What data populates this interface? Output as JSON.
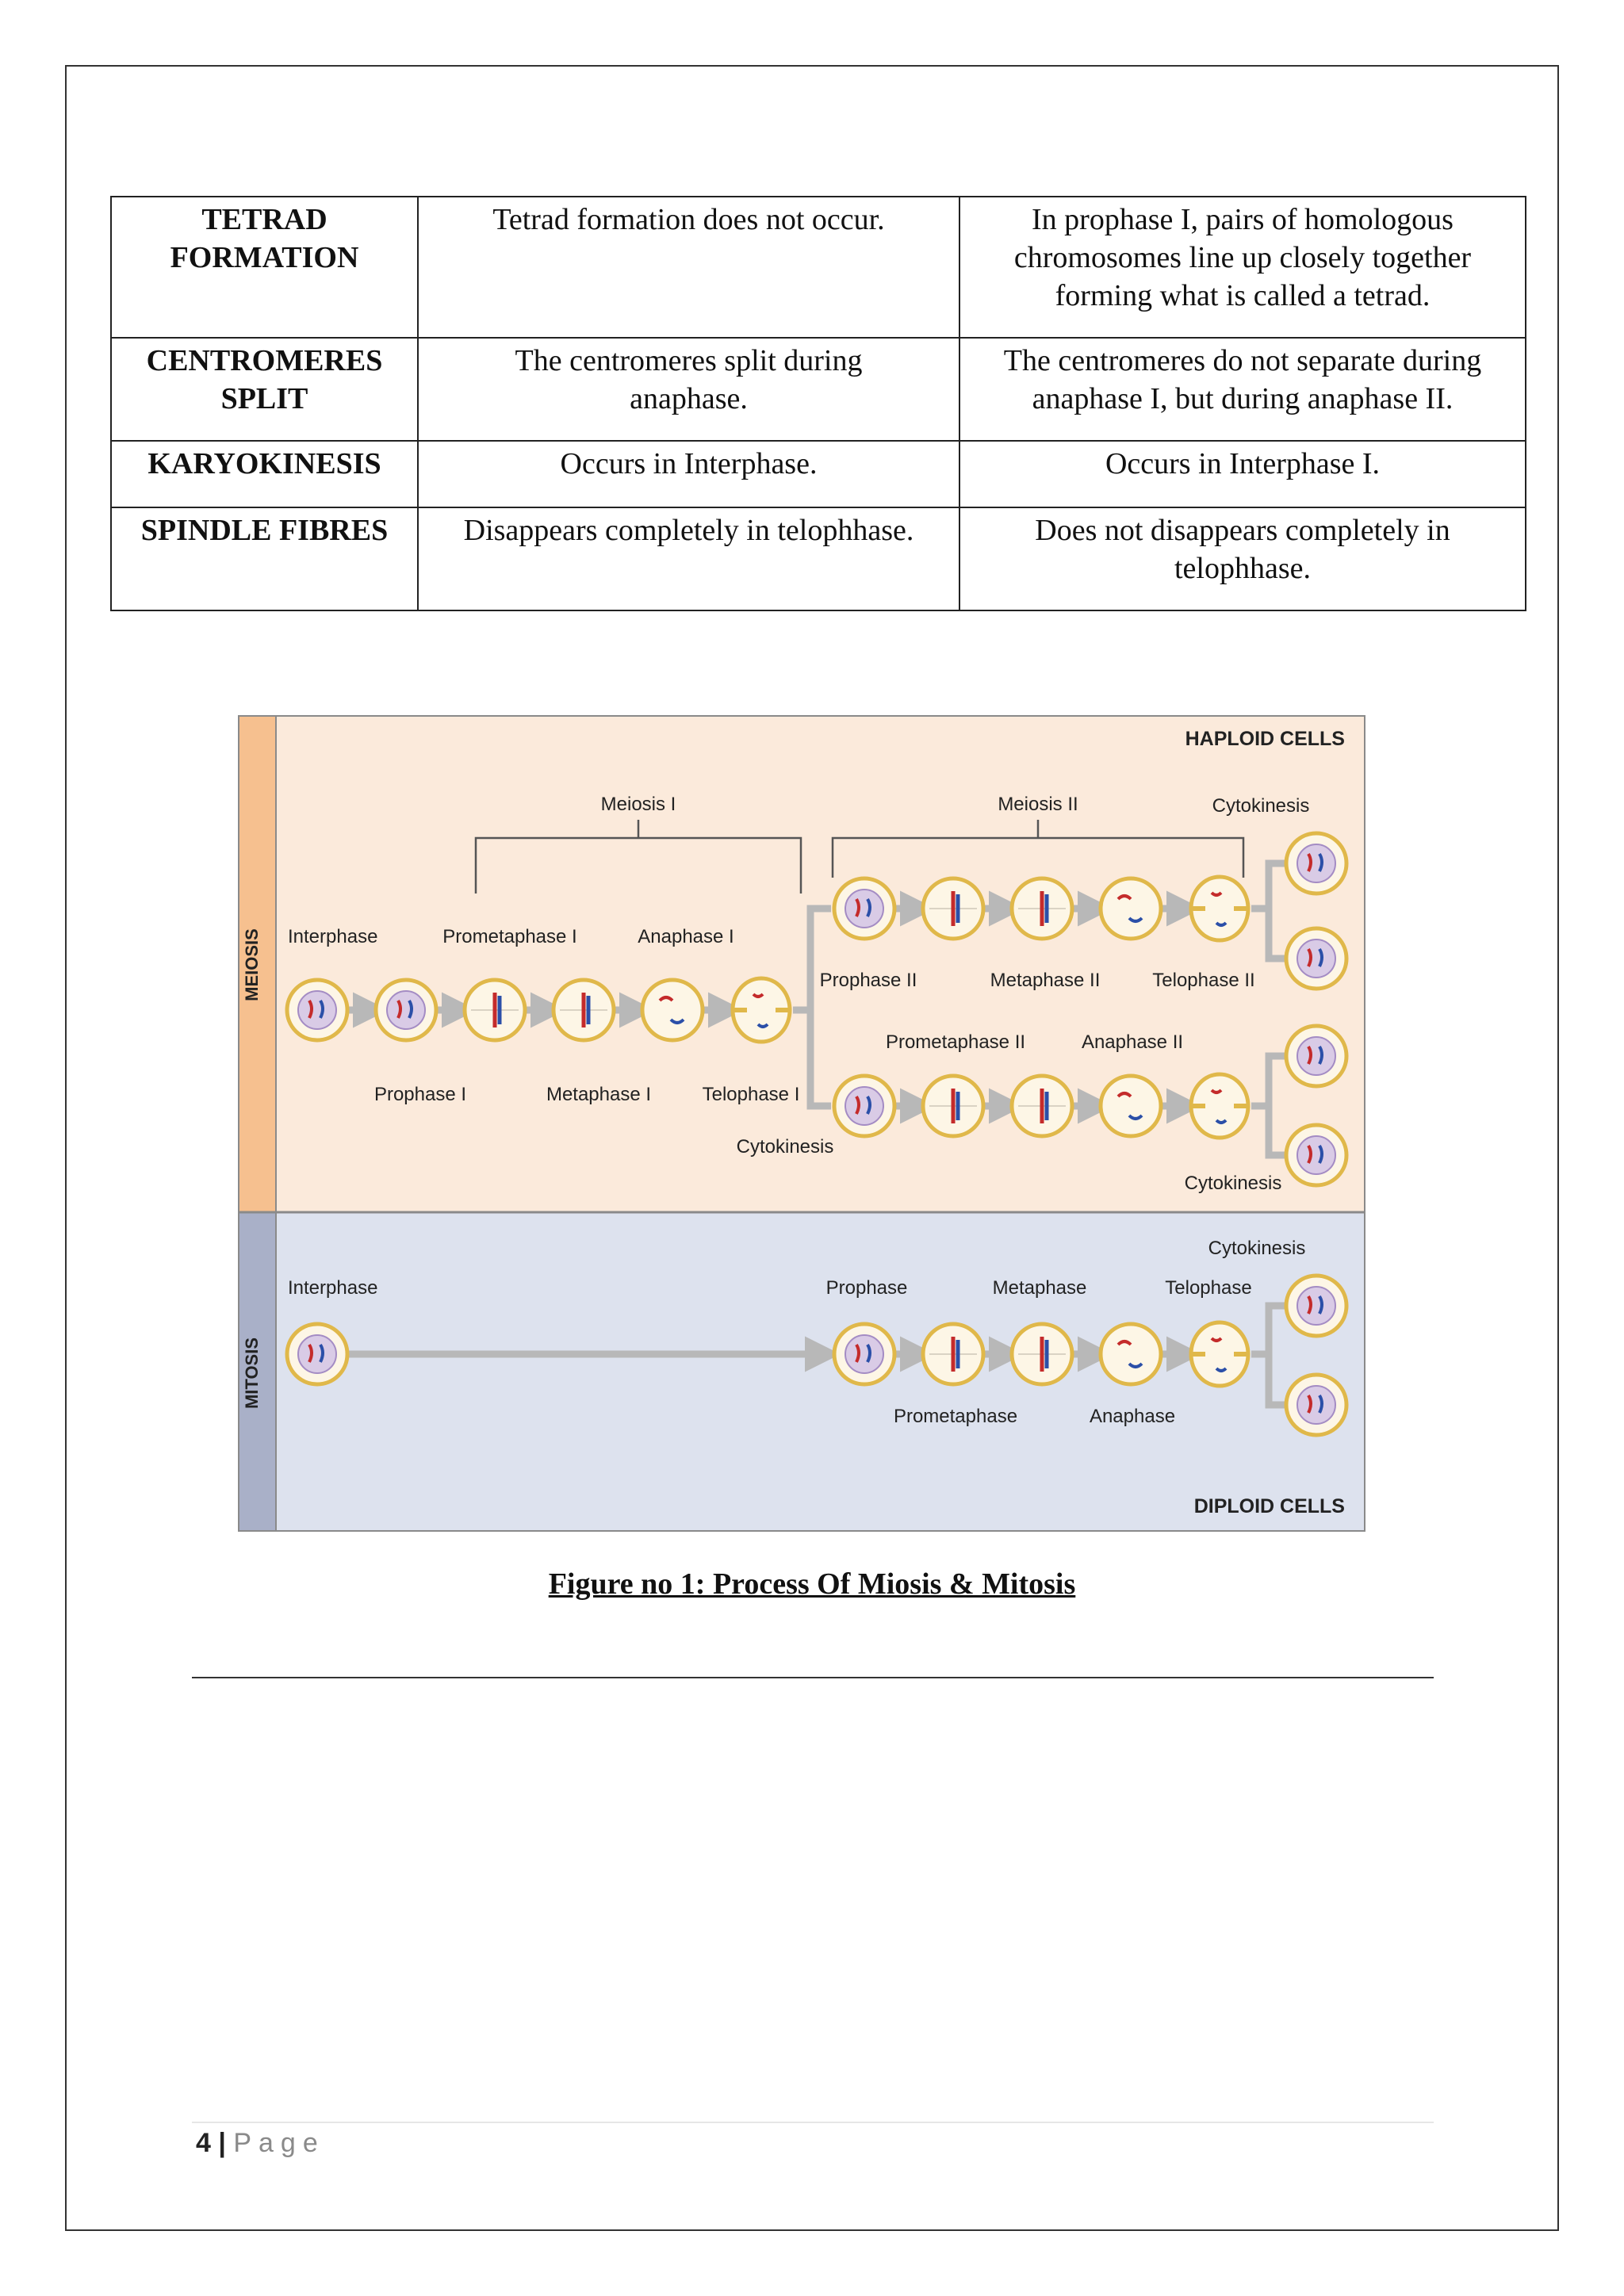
{
  "table": {
    "rows": [
      {
        "feature": [
          "TETRAD",
          "FORMATION"
        ],
        "mitosis": "Tetrad formation does not occur.",
        "meiosis": [
          "In prophase I, pairs of homologous",
          "chromosomes line up closely together",
          "forming what is called a tetrad."
        ]
      },
      {
        "feature": [
          "CENTROMERES",
          "SPLIT"
        ],
        "mitosis": [
          "The centromeres split during",
          "anaphase."
        ],
        "meiosis": [
          "The centromeres do not separate during",
          "anaphase I, but during anaphase II."
        ]
      },
      {
        "feature": "KARYOKINESIS",
        "mitosis": "Occurs in Interphase.",
        "meiosis": "Occurs in Interphase I."
      },
      {
        "feature": "SPINDLE FIBRES",
        "mitosis": "Disappears completely in telophhase.",
        "meiosis": [
          "Does not disappears completely in",
          "telophhase."
        ]
      }
    ]
  },
  "figure": {
    "meiosis_panel": {
      "side_label": "MEIOSIS",
      "corner_label": "HAPLOID CELLS",
      "labels": {
        "meiosis_1": "Meiosis I",
        "meiosis_2": "Meiosis II",
        "cytokinesis_top": "Cytokinesis",
        "interphase": "Interphase",
        "prometaphase_1": "Prometaphase I",
        "anaphase_1": "Anaphase I",
        "prophase_1": "Prophase I",
        "metaphase_1": "Metaphase I",
        "telophase_1": "Telophase I",
        "cytokinesis_mid": "Cytokinesis",
        "prophase_2": "Prophase II",
        "metaphase_2": "Metaphase II",
        "telophase_2": "Telophase II",
        "prometaphase_2": "Prometaphase II",
        "anaphase_2": "Anaphase II",
        "cytokinesis_bottom": "Cytokinesis"
      }
    },
    "mitosis_panel": {
      "side_label": "MITOSIS",
      "corner_label": "DIPLOID CELLS",
      "labels": {
        "cytokinesis": "Cytokinesis",
        "interphase": "Interphase",
        "prophase": "Prophase",
        "metaphase": "Metaphase",
        "telophase": "Telophase",
        "prometaphase": "Prometaphase",
        "anaphase": "Anaphase"
      }
    },
    "colors": {
      "meiosis_bg": "#fbeadb",
      "meiosis_side": "#f6c08f",
      "mitosis_bg": "#dde2ee",
      "mitosis_side": "#a9b0c8"
    }
  },
  "caption": "Figure no 1: Process Of Miosis & Mitosis",
  "footer": {
    "page_number": "4",
    "separator": "|",
    "page_word": "Page"
  }
}
